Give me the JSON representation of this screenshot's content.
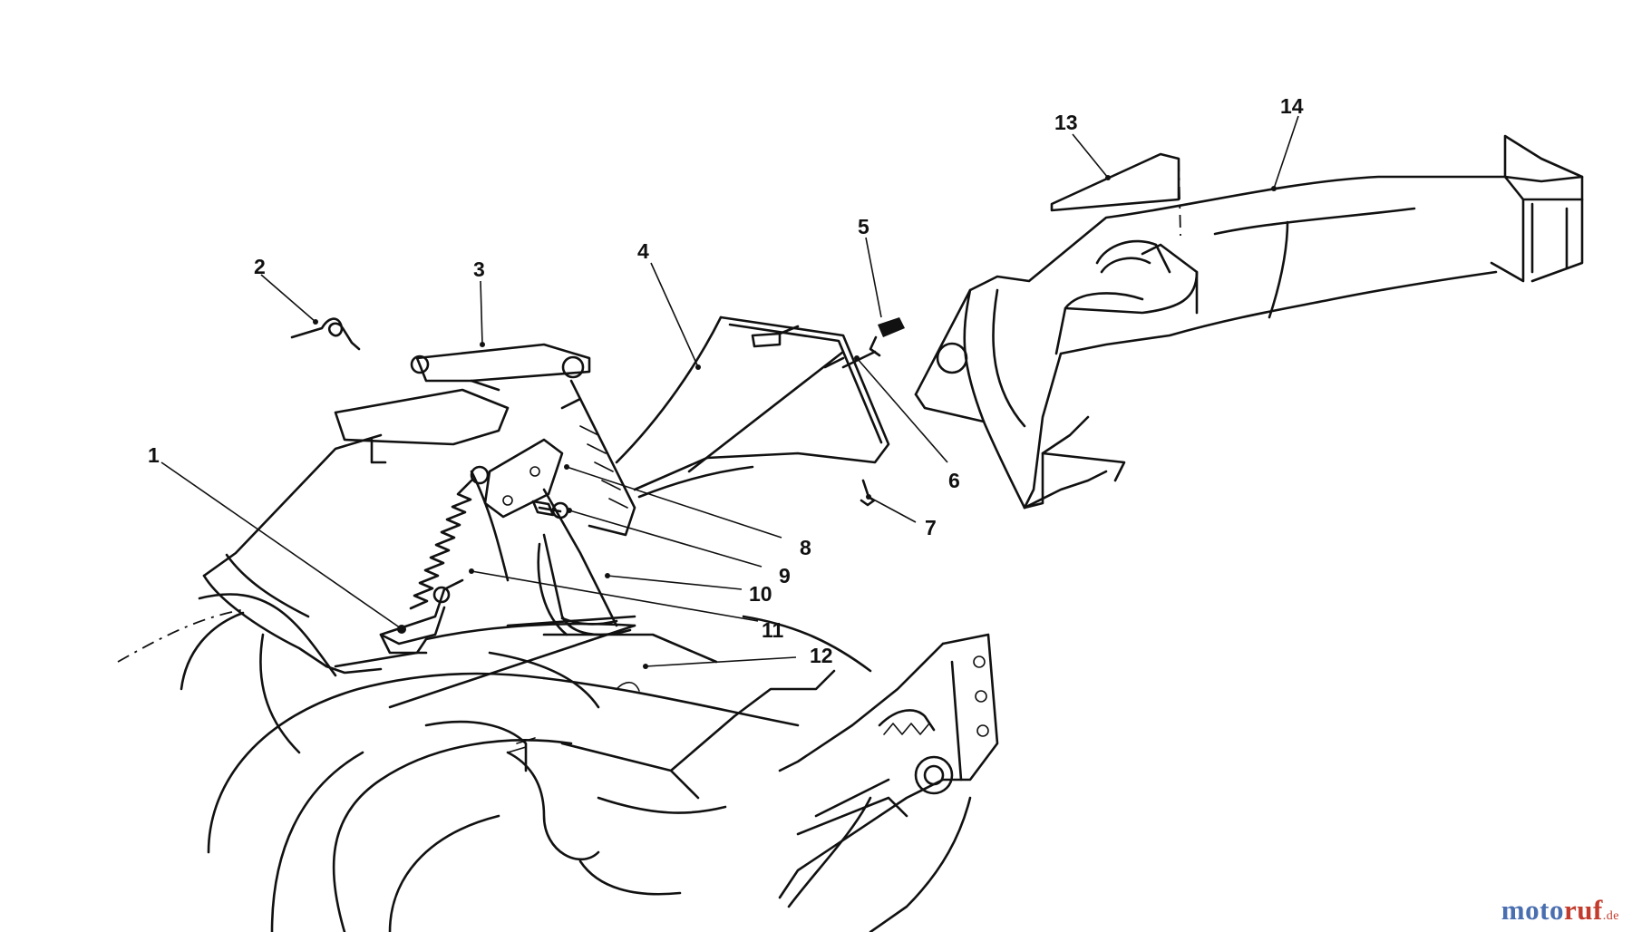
{
  "diagram": {
    "callouts": [
      "1",
      "2",
      "3",
      "4",
      "5",
      "6",
      "7",
      "8",
      "9",
      "10",
      "11",
      "12",
      "13",
      "14"
    ]
  },
  "watermark": {
    "logo_text": "motoruf",
    "suffix": ".de"
  }
}
